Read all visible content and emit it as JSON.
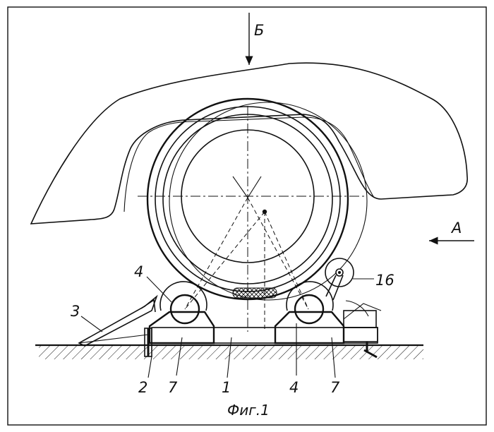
{
  "figure": {
    "caption": "Фиг.1",
    "view_labels": {
      "top_view": "Б",
      "side_view": "A"
    },
    "part_labels": {
      "wedge": "3",
      "roller_left": "4",
      "roller_right": "4",
      "pin": "2",
      "support_left": "7",
      "support_right": "7",
      "base_beam": "1",
      "drive_roller": "16"
    }
  }
}
